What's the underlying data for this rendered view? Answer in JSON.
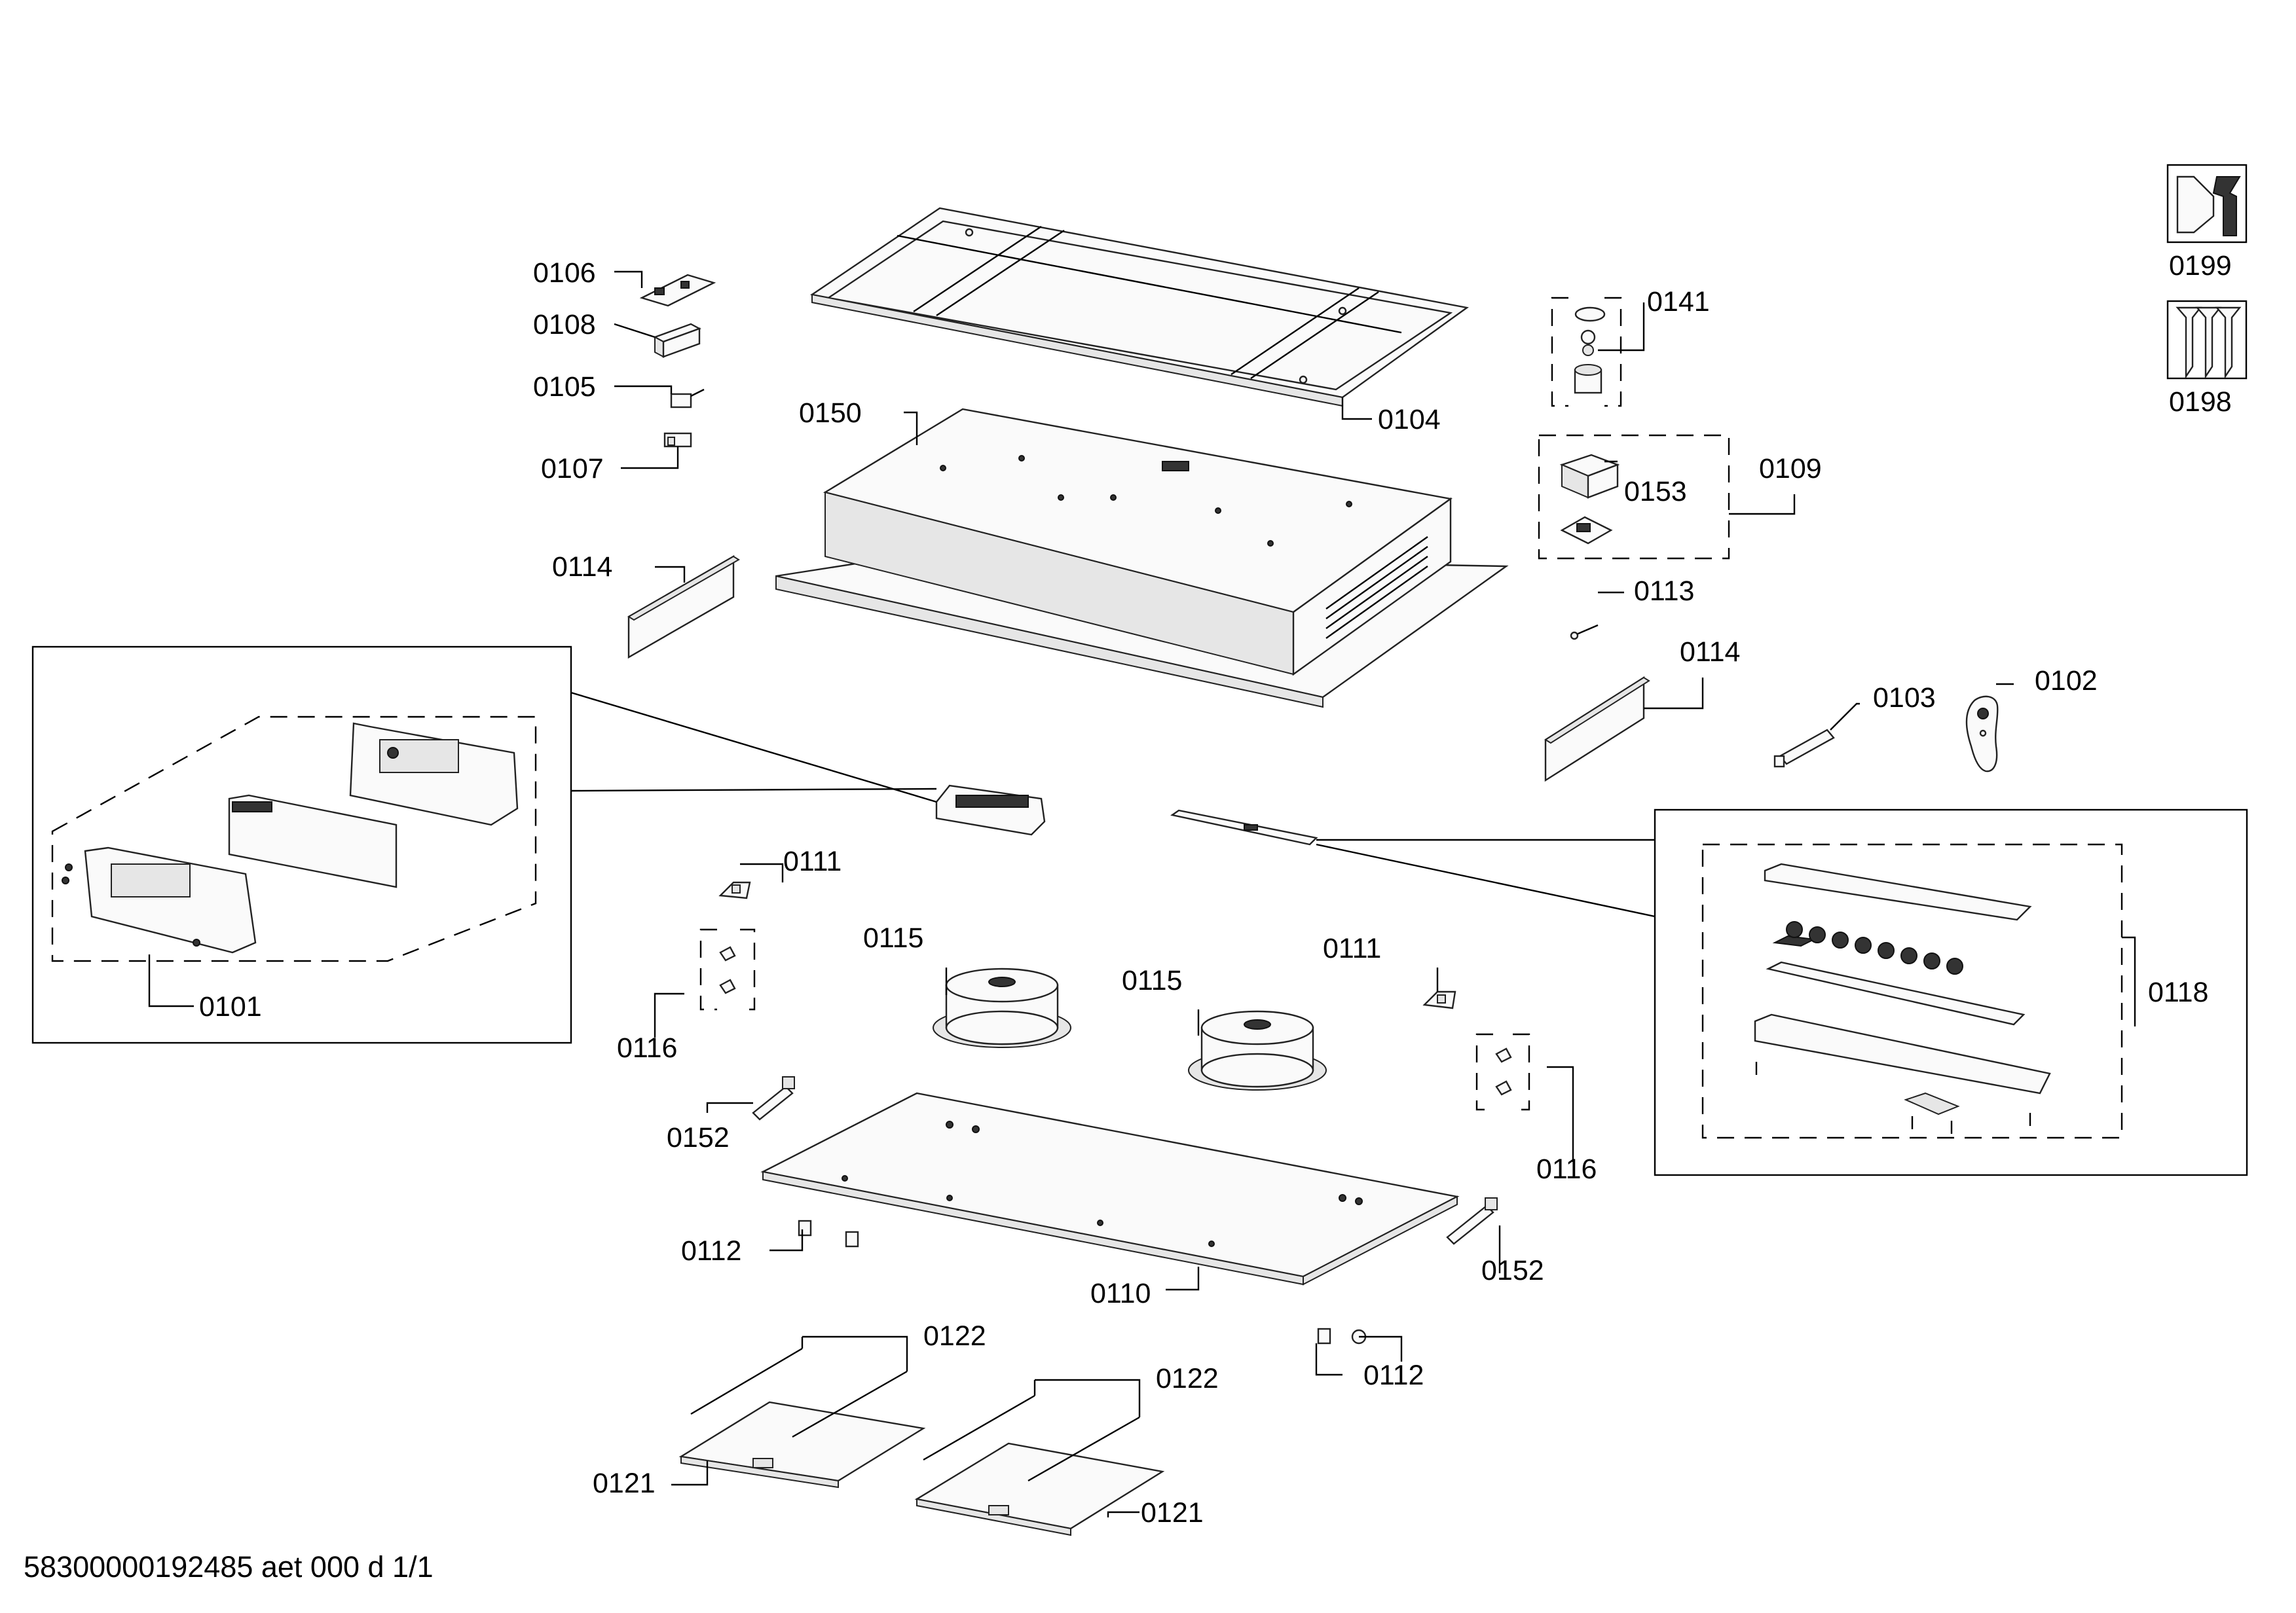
{
  "labels": {
    "l0106": "0106",
    "l0108": "0108",
    "l0105": "0105",
    "l0107": "0107",
    "l0104": "0104",
    "l0150": "0150",
    "l0141": "0141",
    "l0153": "0153",
    "l0109": "0109",
    "l0114a": "0114",
    "l0113": "0113",
    "l0114b": "0114",
    "l0103": "0103",
    "l0102": "0102",
    "l0111a": "0111",
    "l0101": "0101",
    "l0116a": "0116",
    "l0115a": "0115",
    "l0115b": "0115",
    "l0111b": "0111",
    "l0118": "0118",
    "l0152a": "0152",
    "l0116b": "0116",
    "l0112a": "0112",
    "l0110": "0110",
    "l0152b": "0152",
    "l0122a": "0122",
    "l0122b": "0122",
    "l0112b": "0112",
    "l0121a": "0121",
    "l0121b": "0121",
    "l0199": "0199",
    "l0198": "0198"
  },
  "footer": "58300000192485 aet 000 d 1/1",
  "icons": {
    "service_tool": "wrench-nut-icon",
    "screw_set": "screws-icon"
  }
}
